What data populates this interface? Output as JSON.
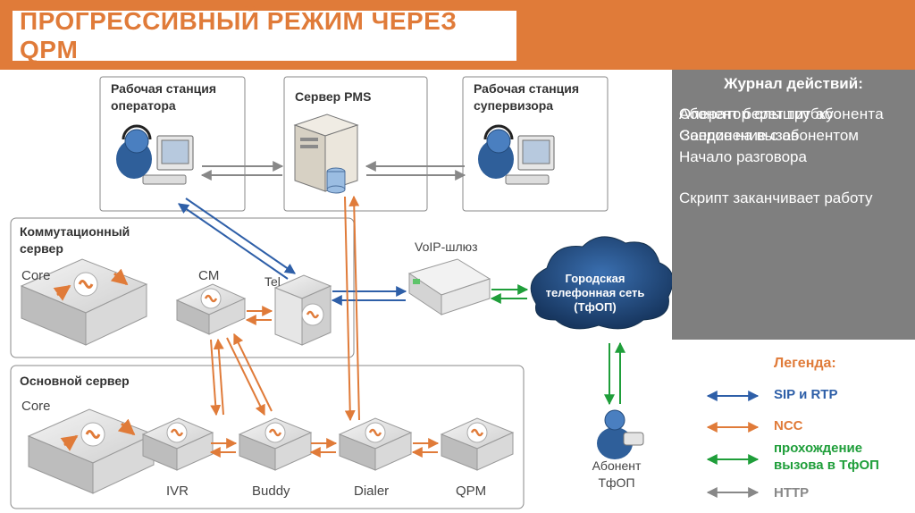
{
  "header": {
    "title": "ПРОГРЕССИВНЫЙ РЕЖИМ ЧЕРЕЗ QPM"
  },
  "diagram": {
    "operator_ws": "Рабочая станция оператора",
    "pms_server": "Сервер PMS",
    "supervisor_ws": "Рабочая станция супервизора",
    "switch_server": "Коммутационный сервер",
    "switch_core": "Core",
    "switch_cm": "CM",
    "tel": "Tel",
    "voip_gateway": "VoIP-шлюз",
    "pstn_cloud": "Городская телефонная сеть (ТфОП)",
    "main_server": "Основной сервер",
    "main_core": "Core",
    "ivr": "IVR",
    "buddy": "Buddy",
    "dialer": "Dialer",
    "qpm": "QPM",
    "subscriber": "Абонент ТфОП"
  },
  "log": {
    "title": "Журнал действий:",
    "entries": [
      "Абонент берет трубку",
      "Оператор слышит абонента",
      "Соединение с абонентом",
      "Начало разговора",
      "Запрос на вызов",
      "Скрипт заканчивает работу"
    ]
  },
  "legend": {
    "title": "Легенда:",
    "items": [
      {
        "label": "SIP и RTP",
        "color": "#2e5fa8"
      },
      {
        "label": "NCC",
        "color": "#e07b39"
      },
      {
        "label": "прохождение вызова в ТфОП",
        "color": "#1f9e3a"
      },
      {
        "label": "HTTP",
        "color": "#888888"
      }
    ]
  },
  "colors": {
    "accent": "#e07b39",
    "panel": "#7f7f7f",
    "sip": "#2e5fa8",
    "ncc": "#e07b39",
    "pstn": "#1f9e3a",
    "http": "#888888"
  }
}
